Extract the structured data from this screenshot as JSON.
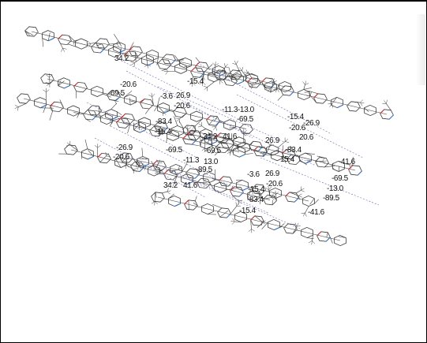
{
  "figure": {
    "line_colors": {
      "bond": "#3d3d3d",
      "contact": "#6a6ab0",
      "nitrogen": "#2f6fd0",
      "oxygen": "#cc2020"
    },
    "labels": [
      "34.2",
      "-20.6",
      "-69.5",
      "-15.4",
      "-3.6",
      "26.9",
      "-20.6",
      "-11.3",
      "-13.0",
      "-69.5",
      "-26.9",
      "-83.4",
      "-15.4",
      "34.2",
      "41.6",
      "-15.4",
      "-20.6",
      "-83.4",
      "-26.9",
      "-20.6",
      "-69.5",
      "-69.5",
      "-11.3",
      "13.0",
      "-89.5",
      "20.6",
      "26.9",
      "15.4",
      "-41.6",
      "-3.6",
      "26.9",
      "34.2",
      "41.6",
      "-20.6",
      "-15.4",
      "-83.4",
      "-15.4",
      "-69.5",
      "-13.0",
      "-89.5",
      "-41.6"
    ]
  }
}
